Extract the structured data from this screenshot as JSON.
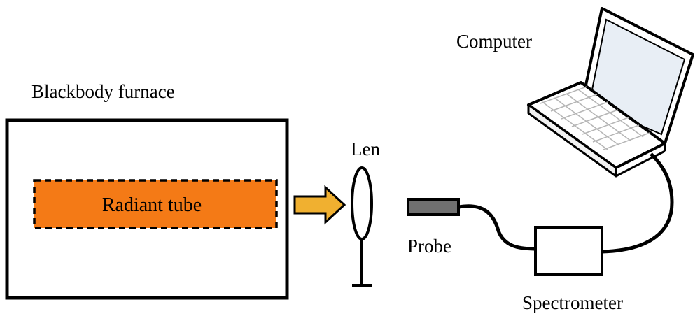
{
  "labels": {
    "furnace": "Blackbody furnace",
    "tube": "Radiant tube",
    "lens": "Len",
    "probe": "Probe",
    "spectrometer": "Spectrometer",
    "computer": "Computer"
  },
  "colors": {
    "tube_fill": "#f47a16",
    "arrow_fill": "#f0b030",
    "line": "#000000",
    "probe_fill": "#707070",
    "laptop_screen": "#e8eef5"
  }
}
